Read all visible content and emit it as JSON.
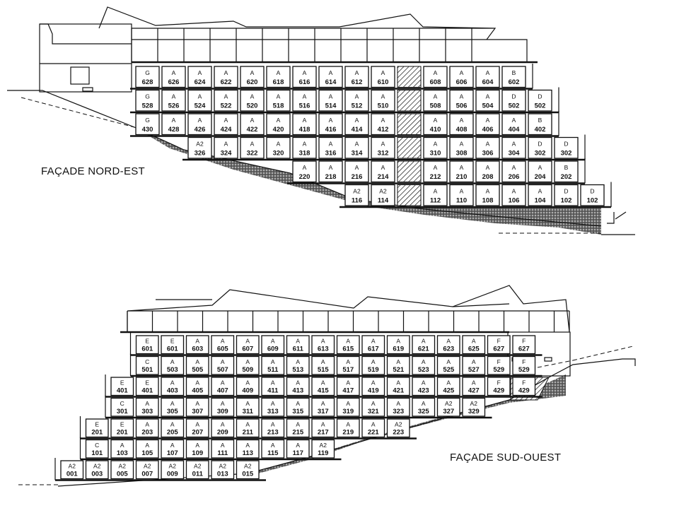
{
  "facades": [
    {
      "id": "nord-est",
      "title": "FAÇADE NORD-EST",
      "rows": [
        {
          "floor": 6,
          "units": [
            {
              "type": "G",
              "num": "628",
              "col": 0
            },
            {
              "type": "A",
              "num": "626",
              "col": 1
            },
            {
              "type": "A",
              "num": "624",
              "col": 2
            },
            {
              "type": "A",
              "num": "622",
              "col": 3
            },
            {
              "type": "A",
              "num": "620",
              "col": 4
            },
            {
              "type": "A",
              "num": "618",
              "col": 5
            },
            {
              "type": "A",
              "num": "616",
              "col": 6
            },
            {
              "type": "A",
              "num": "614",
              "col": 7
            },
            {
              "type": "A",
              "num": "612",
              "col": 8
            },
            {
              "type": "A",
              "num": "610",
              "col": 9
            },
            {
              "type": "A",
              "num": "608",
              "col": 11
            },
            {
              "type": "A",
              "num": "606",
              "col": 12
            },
            {
              "type": "A",
              "num": "604",
              "col": 13
            },
            {
              "type": "B",
              "num": "602",
              "col": 14
            }
          ]
        },
        {
          "floor": 5,
          "units": [
            {
              "type": "G",
              "num": "528",
              "col": 0
            },
            {
              "type": "A",
              "num": "526",
              "col": 1
            },
            {
              "type": "A",
              "num": "524",
              "col": 2
            },
            {
              "type": "A",
              "num": "522",
              "col": 3
            },
            {
              "type": "A",
              "num": "520",
              "col": 4
            },
            {
              "type": "A",
              "num": "518",
              "col": 5
            },
            {
              "type": "A",
              "num": "516",
              "col": 6
            },
            {
              "type": "A",
              "num": "514",
              "col": 7
            },
            {
              "type": "A",
              "num": "512",
              "col": 8
            },
            {
              "type": "A",
              "num": "510",
              "col": 9
            },
            {
              "type": "A",
              "num": "508",
              "col": 11
            },
            {
              "type": "A",
              "num": "506",
              "col": 12
            },
            {
              "type": "A",
              "num": "504",
              "col": 13
            },
            {
              "type": "D",
              "num": "502",
              "col": 14
            },
            {
              "type": "D",
              "num": "502",
              "col": 15
            }
          ]
        },
        {
          "floor": 4,
          "units": [
            {
              "type": "G",
              "num": "430",
              "col": 0
            },
            {
              "type": "A",
              "num": "428",
              "col": 1
            },
            {
              "type": "A",
              "num": "426",
              "col": 2
            },
            {
              "type": "A",
              "num": "424",
              "col": 3
            },
            {
              "type": "A",
              "num": "422",
              "col": 4
            },
            {
              "type": "A",
              "num": "420",
              "col": 5
            },
            {
              "type": "A",
              "num": "418",
              "col": 6
            },
            {
              "type": "A",
              "num": "416",
              "col": 7
            },
            {
              "type": "A",
              "num": "414",
              "col": 8
            },
            {
              "type": "A",
              "num": "412",
              "col": 9
            },
            {
              "type": "A",
              "num": "410",
              "col": 11
            },
            {
              "type": "A",
              "num": "408",
              "col": 12
            },
            {
              "type": "A",
              "num": "406",
              "col": 13
            },
            {
              "type": "A",
              "num": "404",
              "col": 14
            },
            {
              "type": "B",
              "num": "402",
              "col": 15
            }
          ]
        },
        {
          "floor": 3,
          "units": [
            {
              "type": "A2",
              "num": "326",
              "col": 2
            },
            {
              "type": "A",
              "num": "324",
              "col": 3
            },
            {
              "type": "A",
              "num": "322",
              "col": 4
            },
            {
              "type": "A",
              "num": "320",
              "col": 5
            },
            {
              "type": "A",
              "num": "318",
              "col": 6
            },
            {
              "type": "A",
              "num": "316",
              "col": 7
            },
            {
              "type": "A",
              "num": "314",
              "col": 8
            },
            {
              "type": "A",
              "num": "312",
              "col": 9
            },
            {
              "type": "A",
              "num": "310",
              "col": 11
            },
            {
              "type": "A",
              "num": "308",
              "col": 12
            },
            {
              "type": "A",
              "num": "306",
              "col": 13
            },
            {
              "type": "A",
              "num": "304",
              "col": 14
            },
            {
              "type": "D",
              "num": "302",
              "col": 15
            },
            {
              "type": "D",
              "num": "302",
              "col": 16
            }
          ]
        },
        {
          "floor": 2,
          "units": [
            {
              "type": "A",
              "num": "220",
              "col": 6
            },
            {
              "type": "A",
              "num": "218",
              "col": 7
            },
            {
              "type": "A",
              "num": "216",
              "col": 8
            },
            {
              "type": "A",
              "num": "214",
              "col": 9
            },
            {
              "type": "A",
              "num": "212",
              "col": 11
            },
            {
              "type": "A",
              "num": "210",
              "col": 12
            },
            {
              "type": "A",
              "num": "208",
              "col": 13
            },
            {
              "type": "A",
              "num": "206",
              "col": 14
            },
            {
              "type": "A",
              "num": "204",
              "col": 15
            },
            {
              "type": "B",
              "num": "202",
              "col": 16
            }
          ]
        },
        {
          "floor": 1,
          "units": [
            {
              "type": "A2",
              "num": "116",
              "col": 8
            },
            {
              "type": "A2",
              "num": "114",
              "col": 9
            },
            {
              "type": "A",
              "num": "112",
              "col": 11
            },
            {
              "type": "A",
              "num": "110",
              "col": 12
            },
            {
              "type": "A",
              "num": "108",
              "col": 13
            },
            {
              "type": "A",
              "num": "106",
              "col": 14
            },
            {
              "type": "A",
              "num": "104",
              "col": 15
            },
            {
              "type": "D",
              "num": "102",
              "col": 16
            },
            {
              "type": "D",
              "num": "102",
              "col": 17
            }
          ]
        }
      ]
    },
    {
      "id": "sud-ouest",
      "title": "FAÇADE SUD-OUEST",
      "rows": [
        {
          "floor": 6,
          "units": [
            {
              "type": "E",
              "num": "601",
              "col": 3
            },
            {
              "type": "E",
              "num": "601",
              "col": 4
            },
            {
              "type": "A",
              "num": "603",
              "col": 5
            },
            {
              "type": "A",
              "num": "605",
              "col": 6
            },
            {
              "type": "A",
              "num": "607",
              "col": 7
            },
            {
              "type": "A",
              "num": "609",
              "col": 8
            },
            {
              "type": "A",
              "num": "611",
              "col": 9
            },
            {
              "type": "A",
              "num": "613",
              "col": 10
            },
            {
              "type": "A",
              "num": "615",
              "col": 11
            },
            {
              "type": "A",
              "num": "617",
              "col": 12
            },
            {
              "type": "A",
              "num": "619",
              "col": 13
            },
            {
              "type": "A",
              "num": "621",
              "col": 14
            },
            {
              "type": "A",
              "num": "623",
              "col": 15
            },
            {
              "type": "A",
              "num": "625",
              "col": 16
            },
            {
              "type": "F",
              "num": "627",
              "col": 17
            },
            {
              "type": "F",
              "num": "627",
              "col": 18
            }
          ]
        },
        {
          "floor": 5,
          "units": [
            {
              "type": "C",
              "num": "501",
              "col": 3
            },
            {
              "type": "A",
              "num": "503",
              "col": 4
            },
            {
              "type": "A",
              "num": "505",
              "col": 5
            },
            {
              "type": "A",
              "num": "507",
              "col": 6
            },
            {
              "type": "A",
              "num": "509",
              "col": 7
            },
            {
              "type": "A",
              "num": "511",
              "col": 8
            },
            {
              "type": "A",
              "num": "513",
              "col": 9
            },
            {
              "type": "A",
              "num": "515",
              "col": 10
            },
            {
              "type": "A",
              "num": "517",
              "col": 11
            },
            {
              "type": "A",
              "num": "519",
              "col": 12
            },
            {
              "type": "A",
              "num": "521",
              "col": 13
            },
            {
              "type": "A",
              "num": "523",
              "col": 14
            },
            {
              "type": "A",
              "num": "525",
              "col": 15
            },
            {
              "type": "A",
              "num": "527",
              "col": 16
            },
            {
              "type": "F",
              "num": "529",
              "col": 17
            },
            {
              "type": "F",
              "num": "529",
              "col": 18
            }
          ]
        },
        {
          "floor": 4,
          "units": [
            {
              "type": "E",
              "num": "401",
              "col": 2
            },
            {
              "type": "E",
              "num": "401",
              "col": 3
            },
            {
              "type": "A",
              "num": "403",
              "col": 4
            },
            {
              "type": "A",
              "num": "405",
              "col": 5
            },
            {
              "type": "A",
              "num": "407",
              "col": 6
            },
            {
              "type": "A",
              "num": "409",
              "col": 7
            },
            {
              "type": "A",
              "num": "411",
              "col": 8
            },
            {
              "type": "A",
              "num": "413",
              "col": 9
            },
            {
              "type": "A",
              "num": "415",
              "col": 10
            },
            {
              "type": "A",
              "num": "417",
              "col": 11
            },
            {
              "type": "A",
              "num": "419",
              "col": 12
            },
            {
              "type": "A",
              "num": "421",
              "col": 13
            },
            {
              "type": "A",
              "num": "423",
              "col": 14
            },
            {
              "type": "A",
              "num": "425",
              "col": 15
            },
            {
              "type": "A",
              "num": "427",
              "col": 16
            },
            {
              "type": "F",
              "num": "429",
              "col": 17
            },
            {
              "type": "F",
              "num": "429",
              "col": 18
            }
          ]
        },
        {
          "floor": 3,
          "units": [
            {
              "type": "C",
              "num": "301",
              "col": 2
            },
            {
              "type": "A",
              "num": "303",
              "col": 3
            },
            {
              "type": "A",
              "num": "305",
              "col": 4
            },
            {
              "type": "A",
              "num": "307",
              "col": 5
            },
            {
              "type": "A",
              "num": "309",
              "col": 6
            },
            {
              "type": "A",
              "num": "311",
              "col": 7
            },
            {
              "type": "A",
              "num": "313",
              "col": 8
            },
            {
              "type": "A",
              "num": "315",
              "col": 9
            },
            {
              "type": "A",
              "num": "317",
              "col": 10
            },
            {
              "type": "A",
              "num": "319",
              "col": 11
            },
            {
              "type": "A",
              "num": "321",
              "col": 12
            },
            {
              "type": "A",
              "num": "323",
              "col": 13
            },
            {
              "type": "A",
              "num": "325",
              "col": 14
            },
            {
              "type": "A2",
              "num": "327",
              "col": 15
            },
            {
              "type": "A2",
              "num": "329",
              "col": 16
            }
          ]
        },
        {
          "floor": 2,
          "units": [
            {
              "type": "E",
              "num": "201",
              "col": 1
            },
            {
              "type": "E",
              "num": "201",
              "col": 2
            },
            {
              "type": "A",
              "num": "203",
              "col": 3
            },
            {
              "type": "A",
              "num": "205",
              "col": 4
            },
            {
              "type": "A",
              "num": "207",
              "col": 5
            },
            {
              "type": "A",
              "num": "209",
              "col": 6
            },
            {
              "type": "A",
              "num": "211",
              "col": 7
            },
            {
              "type": "A",
              "num": "213",
              "col": 8
            },
            {
              "type": "A",
              "num": "215",
              "col": 9
            },
            {
              "type": "A",
              "num": "217",
              "col": 10
            },
            {
              "type": "A",
              "num": "219",
              "col": 11
            },
            {
              "type": "A",
              "num": "221",
              "col": 12
            },
            {
              "type": "A2",
              "num": "223",
              "col": 13
            }
          ]
        },
        {
          "floor": 1,
          "units": [
            {
              "type": "C",
              "num": "101",
              "col": 1
            },
            {
              "type": "A",
              "num": "103",
              "col": 2
            },
            {
              "type": "A",
              "num": "105",
              "col": 3
            },
            {
              "type": "A",
              "num": "107",
              "col": 4
            },
            {
              "type": "A",
              "num": "109",
              "col": 5
            },
            {
              "type": "A",
              "num": "111",
              "col": 6
            },
            {
              "type": "A",
              "num": "113",
              "col": 7
            },
            {
              "type": "A",
              "num": "115",
              "col": 8
            },
            {
              "type": "A",
              "num": "117",
              "col": 9
            },
            {
              "type": "A2",
              "num": "119",
              "col": 10
            }
          ]
        },
        {
          "floor": 0,
          "units": [
            {
              "type": "A2",
              "num": "001",
              "col": 0
            },
            {
              "type": "A2",
              "num": "003",
              "col": 1
            },
            {
              "type": "A2",
              "num": "005",
              "col": 2
            },
            {
              "type": "A2",
              "num": "007",
              "col": 3
            },
            {
              "type": "A2",
              "num": "009",
              "col": 4
            },
            {
              "type": "A2",
              "num": "011",
              "col": 5
            },
            {
              "type": "A2",
              "num": "013",
              "col": 6
            },
            {
              "type": "A2",
              "num": "015",
              "col": 7
            }
          ]
        }
      ]
    }
  ]
}
